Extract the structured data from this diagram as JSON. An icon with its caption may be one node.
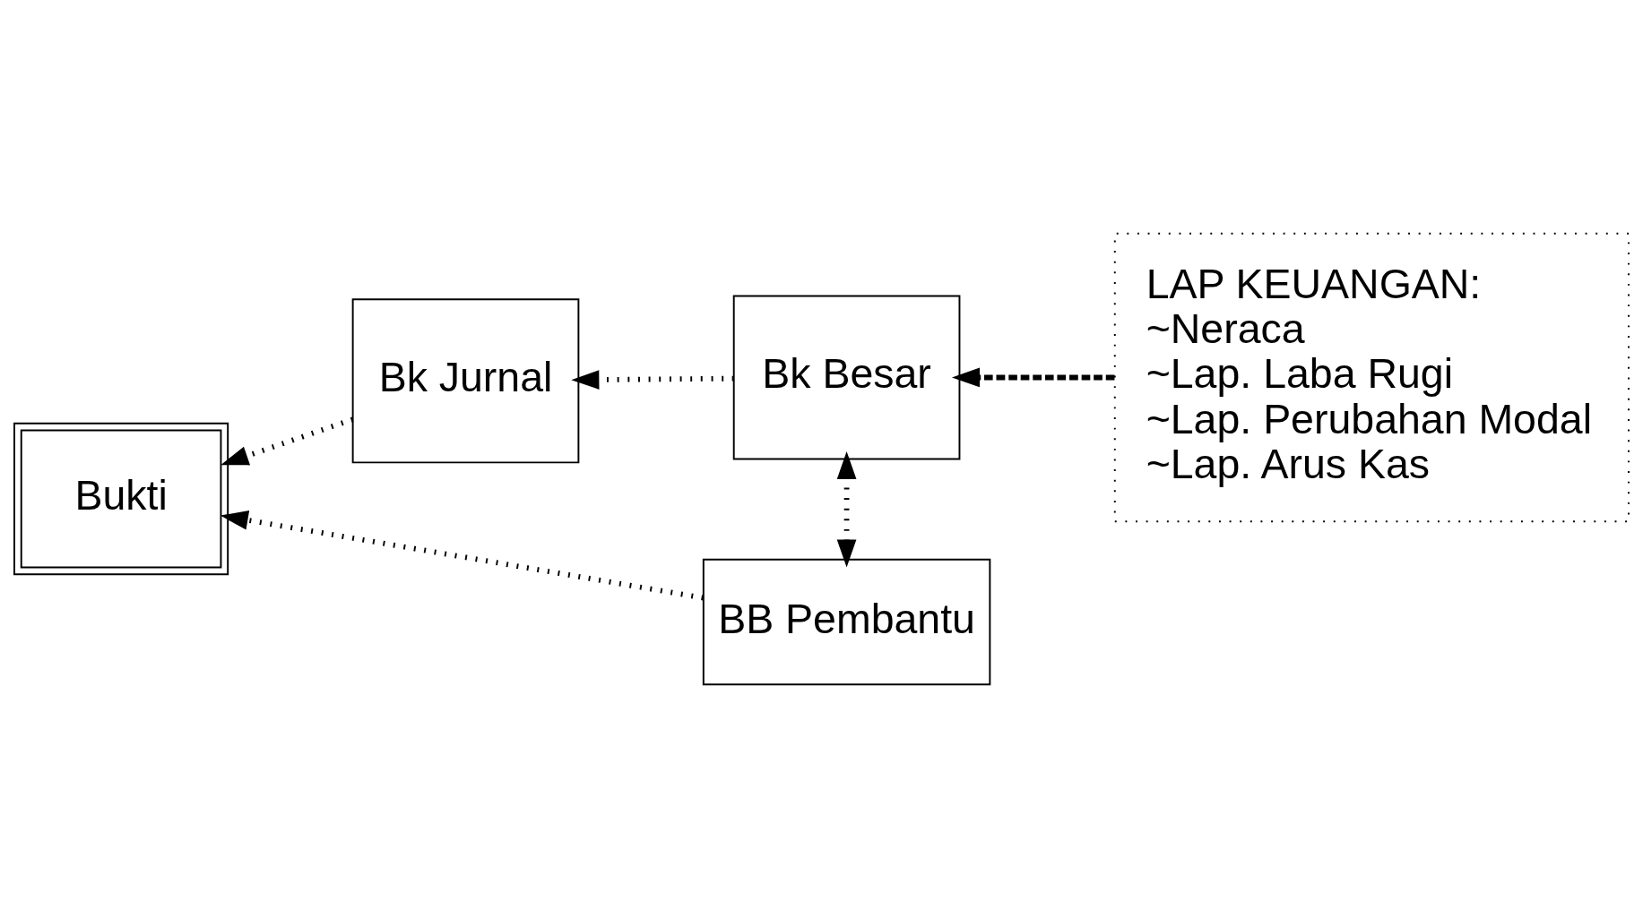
{
  "diagram": {
    "nodes": [
      {
        "text": [
          "Bukti"
        ]
      },
      {
        "text": [
          "Bk Jurnal"
        ]
      },
      {
        "text": [
          "Bk Besar"
        ]
      },
      {
        "text": [
          "BB Pembantu"
        ]
      },
      {
        "text": [
          "LAP KEUANGAN:",
          "~Neraca",
          "~Lap. Laba Rugi",
          "~Lap. Perubahan Modal",
          "~Lap. Arus Kas"
        ]
      }
    ],
    "edges": [
      {
        "from": 1,
        "to": 0,
        "arrow": "to"
      },
      {
        "from": 2,
        "to": 1,
        "arrow": "to"
      },
      {
        "from": 4,
        "to": 2,
        "arrow": "to",
        "style": "dashed"
      },
      {
        "from": 2,
        "to": 3,
        "arrow": "both"
      },
      {
        "from": 3,
        "to": 0,
        "arrow": "to"
      }
    ]
  }
}
